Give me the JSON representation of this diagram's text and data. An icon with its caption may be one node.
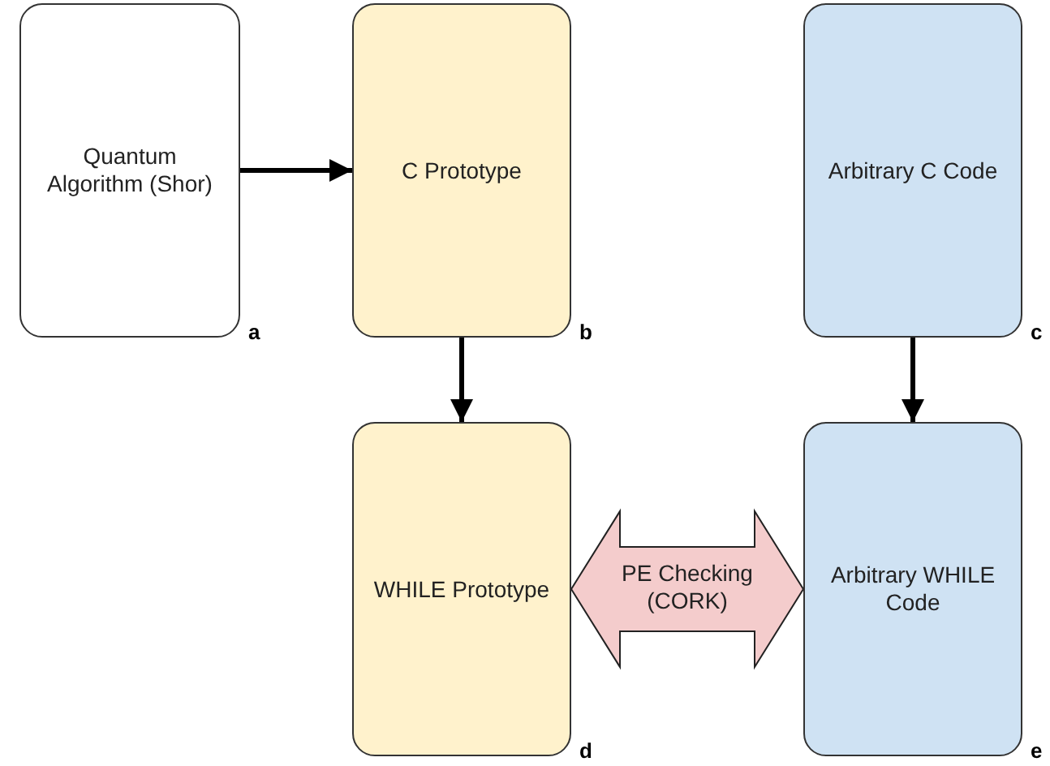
{
  "diagram": {
    "nodes": [
      {
        "text": [
          "Quantum Algorithm (Shor)"
        ],
        "beside": [
          "a"
        ]
      },
      {
        "text": [
          "C Prototype"
        ],
        "beside": [
          "b"
        ]
      },
      {
        "text": [
          "Arbitrary C Code"
        ],
        "beside": [
          "c"
        ]
      },
      {
        "text": [
          "WHILE Prototype"
        ],
        "beside": [
          "d"
        ]
      },
      {
        "text": [
          "Arbitrary WHILE Code"
        ],
        "beside": [
          "e"
        ]
      }
    ],
    "edges": [
      {
        "from": 0,
        "to": 1,
        "arrow": "to"
      },
      {
        "from": 1,
        "to": 3,
        "arrow": "to"
      },
      {
        "from": 2,
        "to": 4,
        "arrow": "to"
      },
      {
        "from": 3,
        "to": 4,
        "arrow": "both",
        "label": "PE Checking (CORK)",
        "style": "thick",
        "color": "#f4cccc"
      }
    ]
  }
}
